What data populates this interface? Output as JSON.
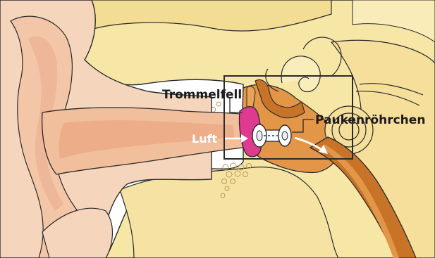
{
  "labels": {
    "eardrum": "Trommelfell",
    "tube": "Paukenröhrchen",
    "air": "Luft"
  },
  "colors": {
    "background": "#ffffff",
    "outer_ear": "#f6d5bd",
    "ear_shadow": "#eeb79a",
    "canal": "#f1bf9c",
    "bone": "#f7e7a7",
    "bone_dark": "#efd37c",
    "skin_yellow": "#f5df9b",
    "tissue_brown": "#c87428",
    "tissue_light": "#e39648",
    "eardrum_pink": "#de3a8f",
    "tube_white": "#ffffff",
    "tube_blue": "#2f6fd9",
    "outline": "#2a2a2a",
    "label_text": "#1c1c1c",
    "air_text": "#ffffff"
  },
  "icons": [
    "ventilation-tube-icon",
    "air-arrow-icon",
    "flow-arrow-icon"
  ]
}
